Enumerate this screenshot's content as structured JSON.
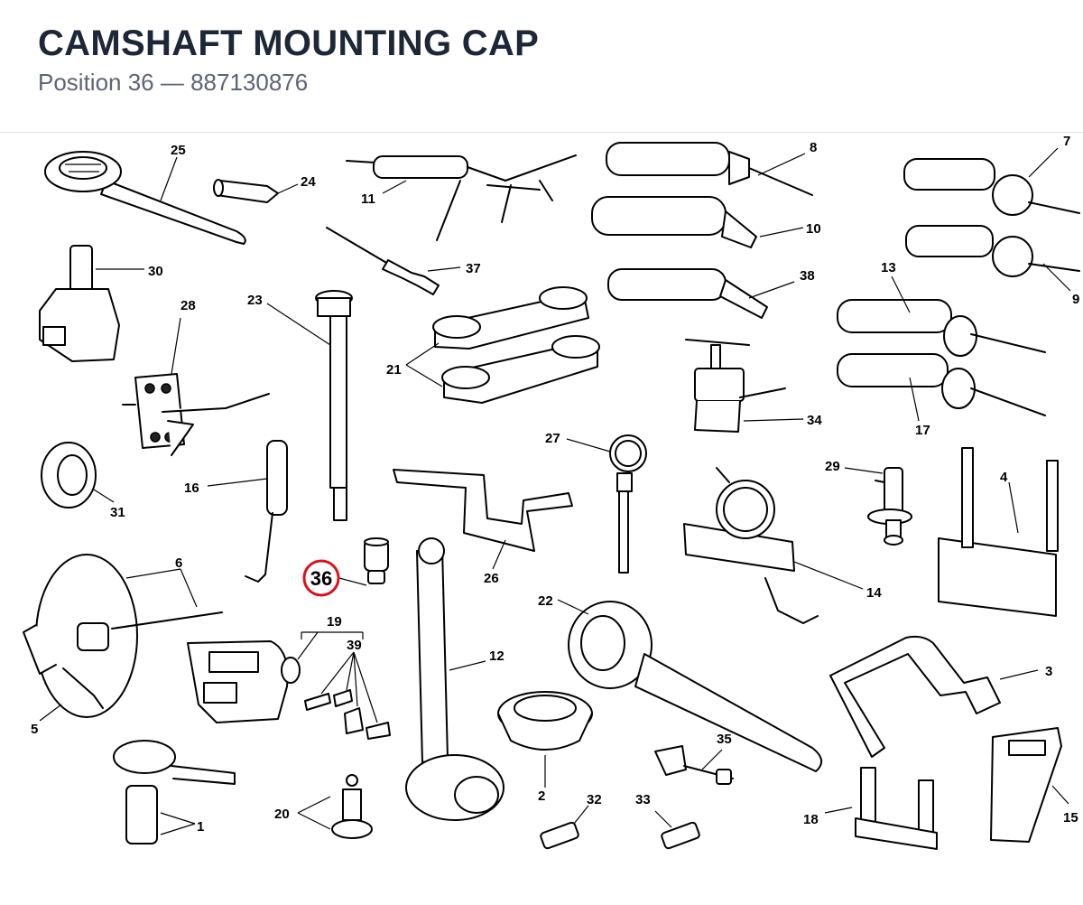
{
  "header": {
    "title": "CAMSHAFT MOUNTING CAP",
    "subtitle": "Position 36 — 887130876"
  },
  "highlight": {
    "label": "36",
    "color": "#d8141e"
  },
  "labels": {
    "l1": "1",
    "l2": "2",
    "l3": "3",
    "l4": "4",
    "l5": "5",
    "l6": "6",
    "l7": "7",
    "l8": "8",
    "l9": "9",
    "l10": "10",
    "l11": "11",
    "l12": "12",
    "l13": "13",
    "l14": "14",
    "l15": "15",
    "l16": "16",
    "l17": "17",
    "l18": "18",
    "l19": "19",
    "l20": "20",
    "l21": "21",
    "l22": "22",
    "l23": "23",
    "l24": "24",
    "l25": "25",
    "l26": "26",
    "l27": "27",
    "l28": "28",
    "l29": "29",
    "l30": "30",
    "l31": "31",
    "l32": "32",
    "l33": "33",
    "l34": "34",
    "l35": "35",
    "l37": "37",
    "l38": "38",
    "l39": "39"
  }
}
